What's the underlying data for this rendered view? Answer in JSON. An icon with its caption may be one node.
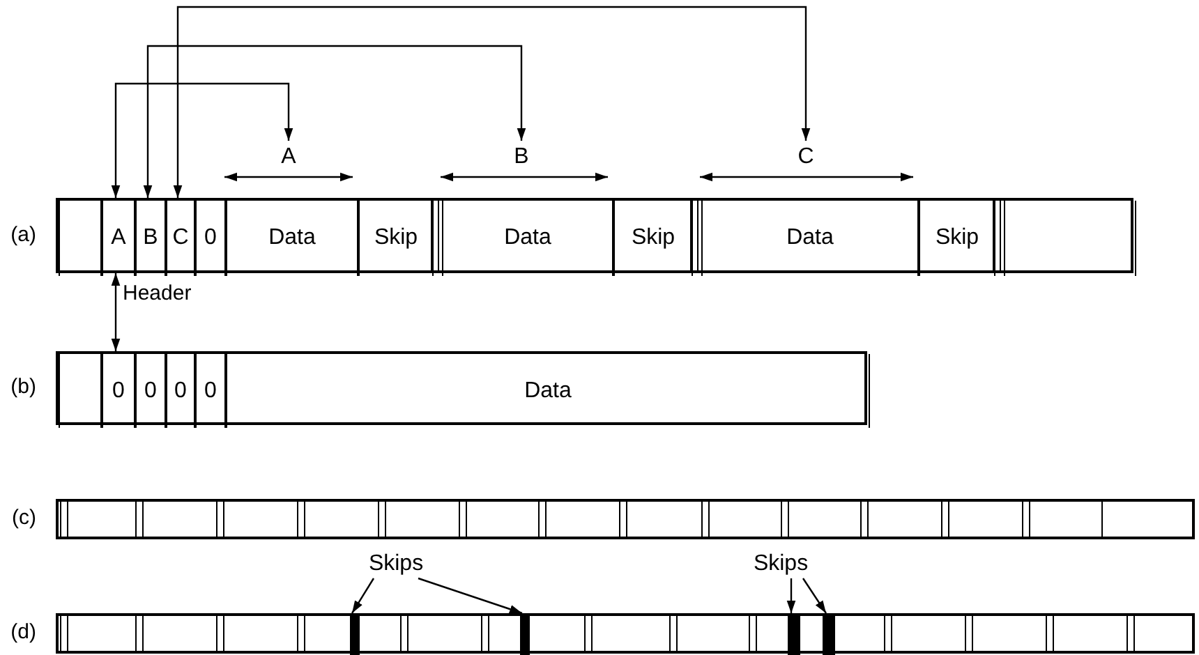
{
  "diagram": {
    "nodes": [
      {
        "text": [
          "A"
        ]
      },
      {
        "text": [
          "B"
        ]
      },
      {
        "text": [
          "C"
        ]
      },
      {
        "text": [],
        "shape": "bar",
        "beside": [
          "(a)"
        ]
      },
      {
        "text": [],
        "shape": "box",
        "in": 3
      },
      {
        "text": [
          "A"
        ],
        "in": 3
      },
      {
        "text": [
          "B"
        ],
        "in": 3
      },
      {
        "text": [
          "C"
        ],
        "in": 3
      },
      {
        "text": [
          "0"
        ],
        "in": 3
      },
      {
        "text": [
          "Data"
        ],
        "in": 3
      },
      {
        "text": [
          "Skip"
        ],
        "in": 3
      },
      {
        "text": [
          "Data"
        ],
        "in": 3
      },
      {
        "text": [
          "Skip"
        ],
        "in": 3
      },
      {
        "text": [
          "Data"
        ],
        "in": 3
      },
      {
        "text": [
          "Skip"
        ],
        "in": 3
      },
      {
        "text": [],
        "shape": "box",
        "in": 3
      },
      {
        "text": [],
        "shape": "bar",
        "beside": [
          "(b)"
        ]
      },
      {
        "text": [],
        "shape": "box",
        "in": 16
      },
      {
        "text": [
          "0"
        ],
        "in": 16
      },
      {
        "text": [
          "0"
        ],
        "in": 16
      },
      {
        "text": [
          "0"
        ],
        "in": 16
      },
      {
        "text": [
          "0"
        ],
        "in": 16
      },
      {
        "text": [
          "Data"
        ],
        "in": 16
      },
      {
        "text": [],
        "shape": "bar",
        "beside": [
          "(c)"
        ]
      },
      {
        "text": [
          "Skips"
        ]
      },
      {
        "text": [
          "Skips"
        ]
      },
      {
        "text": [],
        "shape": "bar",
        "beside": [
          "(d)"
        ]
      },
      {
        "text": [],
        "shape": "bar",
        "in": 26
      },
      {
        "text": [],
        "shape": "bar",
        "in": 26
      },
      {
        "text": [],
        "shape": "bar",
        "in": 26
      },
      {
        "text": [],
        "shape": "bar",
        "in": 26
      }
    ],
    "edges": [
      {
        "from": 5,
        "to": 0,
        "arrow": "both"
      },
      {
        "from": 6,
        "to": 1,
        "arrow": "both"
      },
      {
        "from": 7,
        "to": 2,
        "arrow": "both"
      },
      {
        "from": 5,
        "to": 18,
        "arrow": "both",
        "label": "Header"
      },
      {
        "from": 24,
        "to": 27,
        "arrow": "to"
      },
      {
        "from": 24,
        "to": 28,
        "arrow": "to"
      },
      {
        "from": 25,
        "to": 29,
        "arrow": "to"
      },
      {
        "from": 25,
        "to": 30,
        "arrow": "to"
      }
    ]
  }
}
